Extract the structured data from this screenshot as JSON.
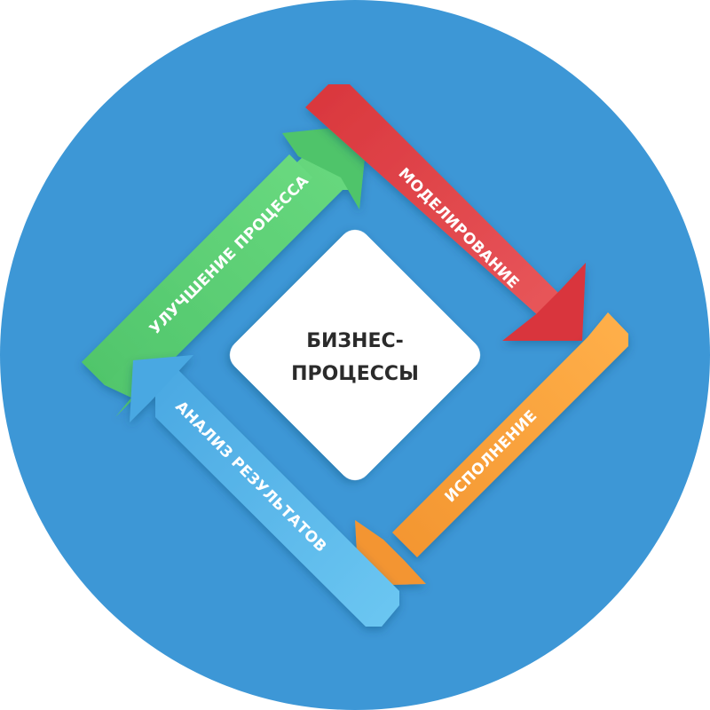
{
  "center": {
    "line1": "БИЗНЕС-",
    "line2": "ПРОЦЕССЫ"
  },
  "stages": {
    "modeling": "МОДЕЛИРОВАНИЕ",
    "execution": "ИСПОЛНЕНИЕ",
    "analysis": "АНАЛИЗ РЕЗУЛЬТАТОВ",
    "improvement": "УЛУЧШЕНИЕ ПРОЦЕССА"
  },
  "colors": {
    "background": "#3d97d6",
    "modeling": "#e0474c",
    "execution": "#f7a23b",
    "analysis": "#5bb9ea",
    "improvement": "#5ccf73",
    "center": "#ffffff"
  }
}
